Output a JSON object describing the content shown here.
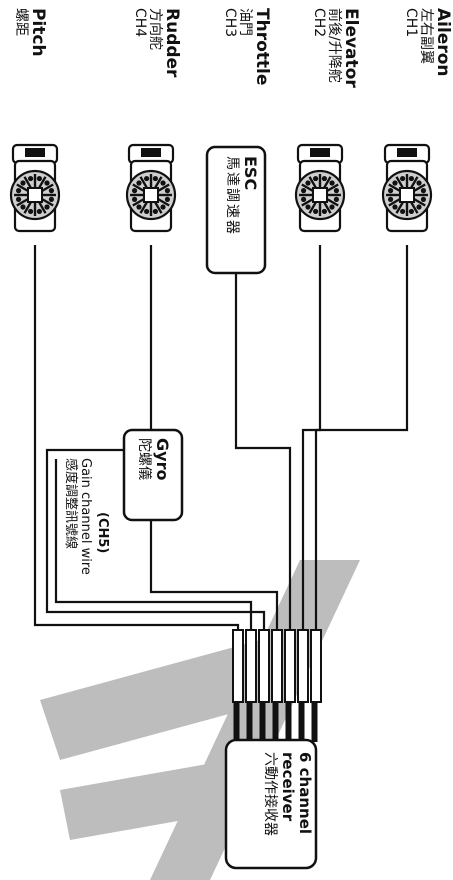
{
  "channels": [
    {
      "name": "Aileron",
      "zh": "左右副翼",
      "ch": "CH1"
    },
    {
      "name": "Elevator",
      "zh": "前後/升降舵",
      "ch": "CH2"
    },
    {
      "name": "Throttle",
      "zh": "油門",
      "ch": "CH3"
    },
    {
      "name": "Rudder",
      "zh": "方向舵",
      "ch": "CH4"
    },
    {
      "name": "Pitch",
      "zh": "螺距",
      "ch": ""
    }
  ],
  "esc": {
    "label": "ESC",
    "zh": "馬達調速器"
  },
  "gyro": {
    "label": "Gyro",
    "zh": "陀螺儀"
  },
  "gain": {
    "ch": "(CH5)",
    "label": "Gain channel wire",
    "zh": "感度調整訊號線"
  },
  "receiver": {
    "label": "6 channel",
    "label2": "receiver",
    "zh": "六動作接收器"
  },
  "colors": {
    "line": "#111111",
    "servo_fill": "#cfcfcf",
    "watermark": "#bdbdbd"
  }
}
